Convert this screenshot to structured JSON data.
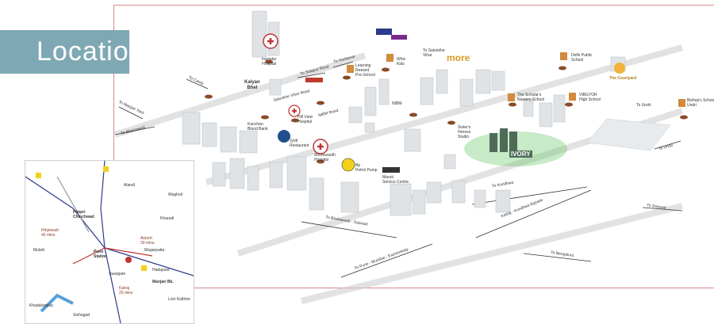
{
  "title": "Location",
  "colors": {
    "frame": "#d98a8a",
    "title_bg": "#7ea9b4",
    "green_glow": "#5fc25f",
    "brown_pin": "#8a4b2a"
  },
  "labels": {
    "to_camp": "To Camp",
    "to_hadapsar": "To Hadapsar",
    "to_solapur_road": "To Solapur Road",
    "hamdar": "Inamdar\nHospital",
    "learning": "Learning\nReward\nPre-School",
    "whiz": "Whiz\nKids",
    "to_salunkhe": "To Salunkhe\nVihar",
    "dps": "Delhi Public\nSchool",
    "ryan": "The Scholar's\nNursery School",
    "vibgyor": "VIBGYOR\nHigh School",
    "bishop": "Bishop's School\nUndri",
    "to_undri": "To Undri",
    "to_undri2": "To Undri",
    "kalyan": "Kalyan\nBhel",
    "salunkhe_road": "Salunkhe Vihar Road",
    "to_manjari": "To Manjari Yard",
    "to_bhairawadi": "To Bhairawadi",
    "hill_view": "Hill View\nHospital",
    "jyoti": "Jyoti\nRestaurant",
    "shree": "Shreewardh\nHospital",
    "petrol": "Bp\nPetrol Pump",
    "maruti": "Maruti\nService Centre",
    "nibm_road": "NIBM Road",
    "nibm": "NIBM",
    "sister": "Sister's\nFitness\nStudio",
    "to_kondhwa": "To Kondhwa",
    "to_saswad": "To Saswad",
    "to_bhairawadi_sasw": "To Bhairawadi - Saswad",
    "katraj": "Katraj - Kondhwa Bypass",
    "to_pune_mumbai": "To Pune - Mumbai - Expressway",
    "to_bengaluru": "To Bengaluru",
    "kanchan": "Kanchan\nBlood Bank",
    "ivory": "IVORY",
    "more": "more",
    "the_courtyard": "The Courtyard",
    "inset_pimpri": "Pimpri\nChinchwad",
    "inset_pune": "Pune\nStation",
    "inset_hinjewadi": "Hinjewadi\n45 mins",
    "inset_magarpatta": "Magarpatta",
    "inset_airport": "Airport\n30 mins",
    "inset_manjari": "Manjari Bk.",
    "inset_katraj": "Katraj\n25 mins",
    "inset_kharadi": "Kharadi",
    "inset_mulshi": "Mulshi",
    "inset_khadakwasla": "Khadakwasla",
    "inset_sinhagad": "Sinhagad",
    "inset_hadapsar": "Hadapsar",
    "inset_swargate": "Swargate",
    "inset_loni": "Loni Kalbhor",
    "inset_wagholi": "Wagholi",
    "inset_alandi": "Alandi"
  }
}
